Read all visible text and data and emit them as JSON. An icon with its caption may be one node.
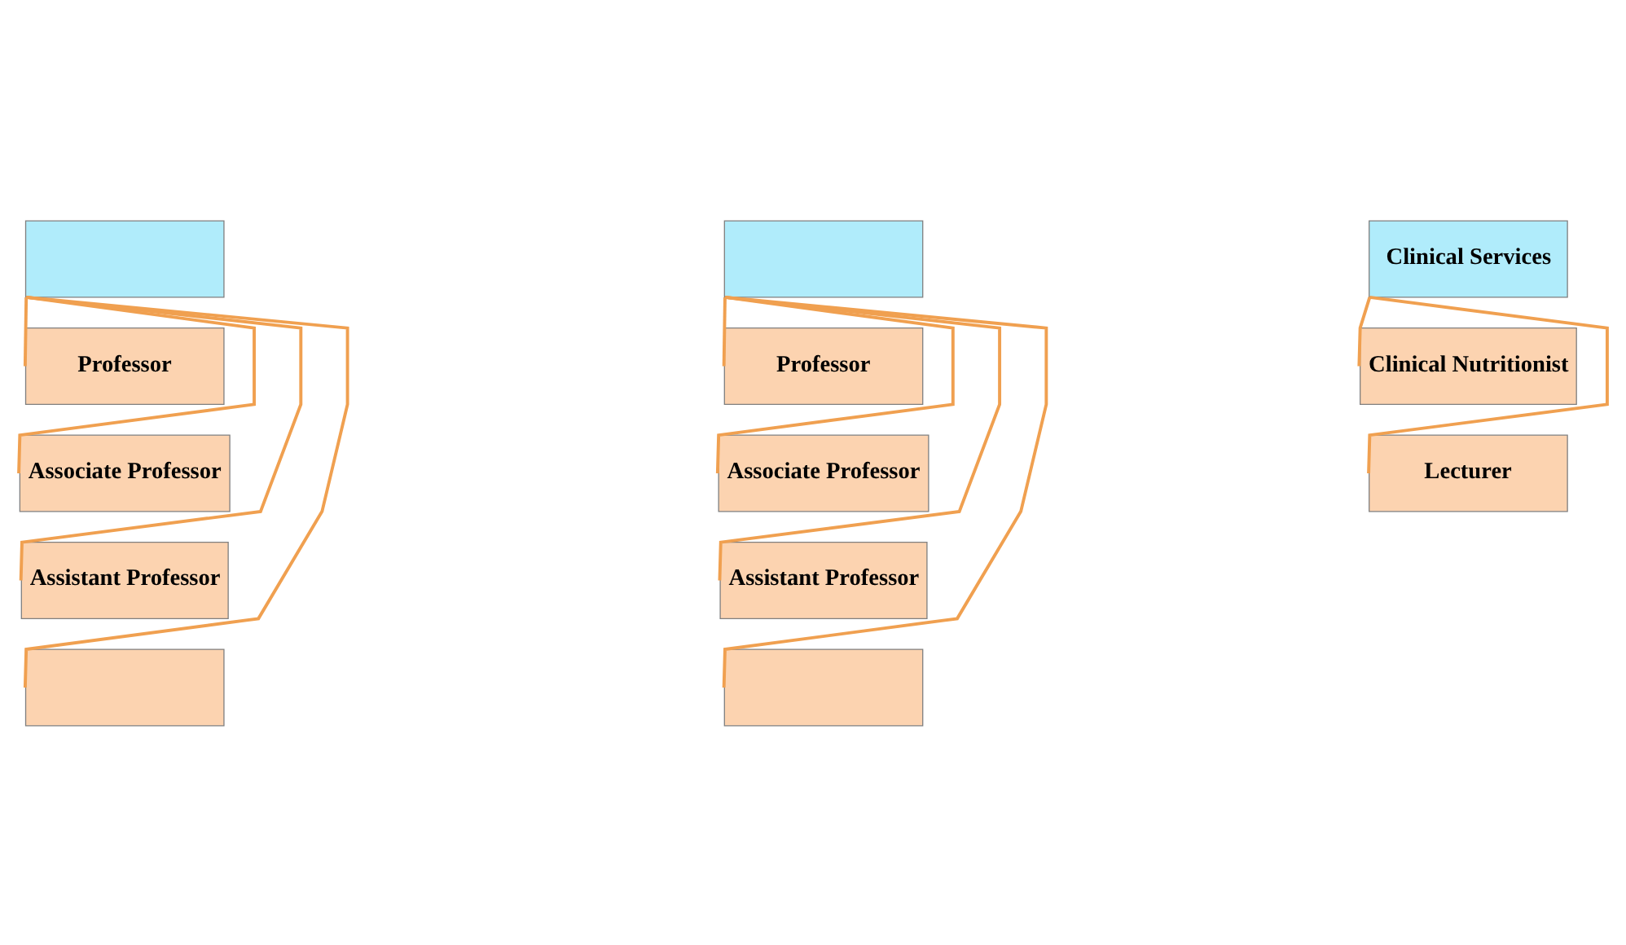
{
  "diagram": {
    "nodes": [
      {
        "text": [],
        "shape": "box"
      },
      {
        "text": [],
        "shape": "box"
      },
      {
        "text": [
          "Clinical Services"
        ]
      },
      {
        "text": [
          "Professor"
        ]
      },
      {
        "text": [
          "Professor"
        ]
      },
      {
        "text": [
          "Clinical Nutritionist"
        ]
      },
      {
        "text": [
          "Associate Professor"
        ]
      },
      {
        "text": [
          "Associate Professor"
        ]
      },
      {
        "text": [
          "Lecturer"
        ]
      },
      {
        "text": [
          "Assistant Professor"
        ]
      },
      {
        "text": [
          "Assistant Professor"
        ]
      },
      {
        "text": [],
        "shape": "box"
      },
      {
        "text": [],
        "shape": "box"
      }
    ],
    "edges": [
      {
        "from": 0,
        "to": 3,
        "arrow": "none"
      },
      {
        "from": 0,
        "to": 6,
        "arrow": "none"
      },
      {
        "from": 0,
        "to": 9,
        "arrow": "none"
      },
      {
        "from": 0,
        "to": 11,
        "arrow": "none"
      },
      {
        "from": 1,
        "to": 4,
        "arrow": "none"
      },
      {
        "from": 1,
        "to": 7,
        "arrow": "none"
      },
      {
        "from": 1,
        "to": 10,
        "arrow": "none"
      },
      {
        "from": 1,
        "to": 12,
        "arrow": "none"
      },
      {
        "from": 2,
        "to": 5,
        "arrow": "none"
      },
      {
        "from": 2,
        "to": 8,
        "arrow": "none"
      }
    ]
  }
}
